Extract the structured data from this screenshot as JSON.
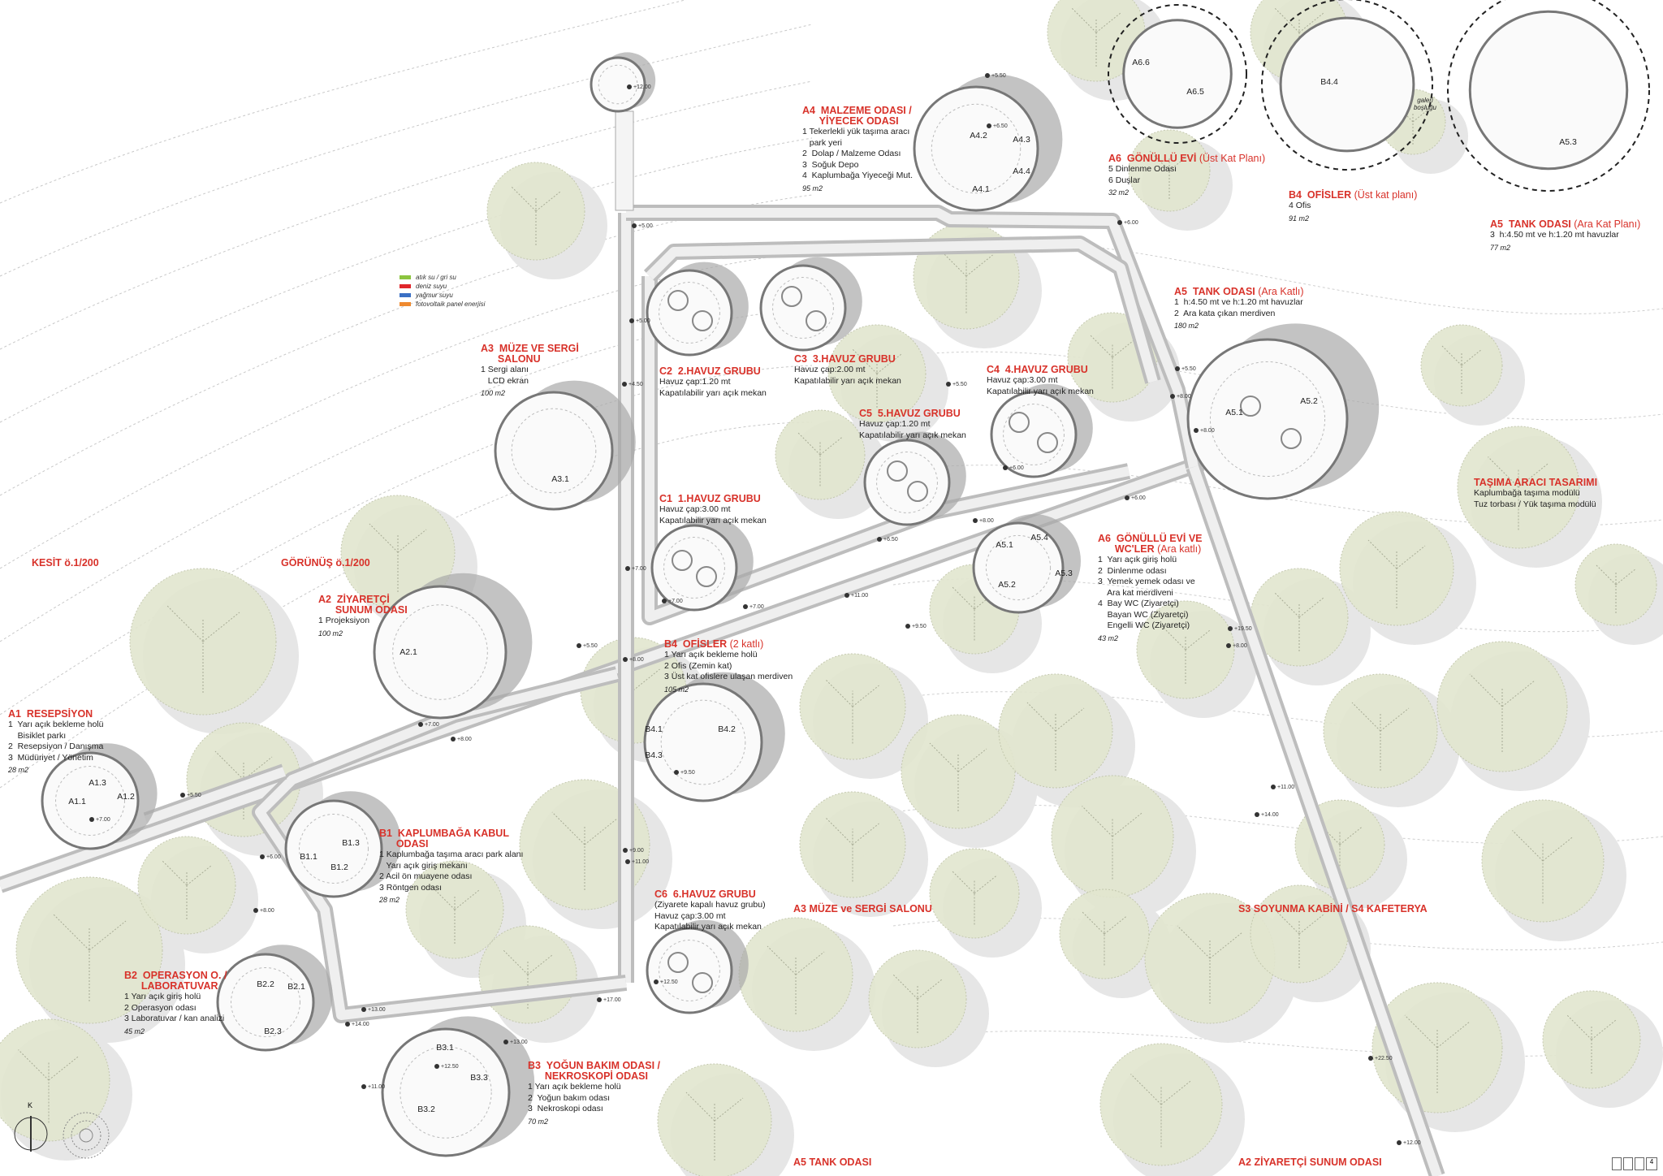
{
  "legend": [
    {
      "label": "atık su / gri su",
      "color": "#8cc43f"
    },
    {
      "label": "deniz suyu",
      "color": "#e0262b"
    },
    {
      "label": "yağmur suyu",
      "color": "#3a6fc4"
    },
    {
      "label": "fotovoltaik panel enerjisi",
      "color": "#ef8a2f"
    }
  ],
  "headings": {
    "kesit": "KESİT ö.1/200",
    "gorunus": "GÖRÜNÜŞ ö.1/200",
    "bottom_a3": "A3  MÜZE ve SERGİ SALONU",
    "bottom_s3": "S3  SOYUNMA KABİNİ / S4  KAFETERYA",
    "bottom_a5": "A5  TANK ODASI",
    "bottom_a2": "A2  ZİYARETÇİ SUNUM ODASI"
  },
  "sections": [
    {
      "title": "A4  MALZEME ODASI /\n      YİYECEK ODASI",
      "sub": "",
      "items": [
        "1 Tekerlekli yük taşıma aracı",
        "   park yeri",
        "2  Dolap / Malzeme Odası",
        "3  Soğuk Depo",
        "4  Kaplumbağa Yiyeceği Mut."
      ],
      "area": "95 m2"
    },
    {
      "title": "A6  GÖNÜLLÜ EVİ",
      "sub": "(Üst Kat Planı)",
      "items": [
        "5 Dinlenme Odası",
        "6 Duşlar"
      ],
      "area": "32 m2"
    },
    {
      "title": "B4  OFİSLER",
      "sub": "(Üst kat planı)",
      "items": [
        "4 Ofis"
      ],
      "area": "91 m2"
    },
    {
      "title": "A5  TANK ODASI",
      "sub": "(Ara Kat Planı)",
      "items": [
        "3  h:4.50 mt ve h:1.20 mt havuzlar"
      ],
      "area": "77 m2"
    },
    {
      "title": "A5  TANK ODASI",
      "sub": "(Ara Katlı)",
      "items": [
        "1  h:4.50 mt ve h:1.20 mt havuzlar",
        "2  Ara kata çıkan merdiven"
      ],
      "area": "180 m2"
    },
    {
      "title": "A3  MÜZE VE SERGİ\n      SALONU",
      "sub": "",
      "items": [
        "1 Sergi alanı",
        "   LCD ekran"
      ],
      "area": "100 m2"
    },
    {
      "title": "C2  2.HAVUZ GRUBU",
      "sub": "",
      "items": [
        "Havuz çap:1.20 mt",
        "Kapatılabilir yarı açık mekan"
      ],
      "area": ""
    },
    {
      "title": "C3  3.HAVUZ GRUBU",
      "sub": "",
      "items": [
        "Havuz çap:2.00 mt",
        "Kapatılabilir yarı açık mekan"
      ],
      "area": ""
    },
    {
      "title": "C4  4.HAVUZ GRUBU",
      "sub": "",
      "items": [
        "Havuz çap:3.00 mt",
        "Kapatılabilir yarı açık mekan"
      ],
      "area": ""
    },
    {
      "title": "C5  5.HAVUZ GRUBU",
      "sub": "",
      "items": [
        "Havuz çap:1.20 mt",
        "Kapatılabilir yarı açık mekan"
      ],
      "area": ""
    },
    {
      "title": "C1  1.HAVUZ GRUBU",
      "sub": "",
      "items": [
        "Havuz çap:3.00 mt",
        "Kapatılabilir yarı açık mekan"
      ],
      "area": ""
    },
    {
      "title": "A6  GÖNÜLLÜ EVİ VE\n      WC'LER",
      "sub": "(Ara katlı)",
      "items": [
        "1  Yarı açık giriş holü",
        "2  Dinlenme odası",
        "3  Yemek yemek odası ve",
        "    Ara kat merdiveni",
        "4  Bay WC (Ziyaretçi)",
        "    Bayan WC (Ziyaretçi)",
        "    Engelli WC (Ziyaretçi)"
      ],
      "area": "43 m2"
    },
    {
      "title": "TAŞIMA ARACI TASARIMI",
      "sub": "",
      "items": [
        "Kaplumbağa taşıma modülü",
        "Tuz torbası / Yük taşıma modülü"
      ],
      "area": ""
    },
    {
      "title": "A2  ZİYARETÇİ\n      SUNUM ODASI",
      "sub": "",
      "items": [
        "1 Projeksiyon"
      ],
      "area": "100 m2"
    },
    {
      "title": "B4  OFİSLER",
      "sub": "(2 katlı)",
      "items": [
        "1 Yarı açık bekleme holü",
        "2 Ofis (Zemin kat)",
        "3 Üst kat ofislere ulaşan merdiven"
      ],
      "area": "105 m2"
    },
    {
      "title": "A1  RESEPSİYON",
      "sub": "",
      "items": [
        "1  Yarı açık bekleme holü",
        "    Bisiklet parkı",
        "2  Resepsiyon / Danışma",
        "3  Müdüriyet / Yönetim"
      ],
      "area": "28 m2"
    },
    {
      "title": "B1  KAPLUMBAĞA KABUL\n      ODASI",
      "sub": "",
      "items": [
        "1 Kaplumbağa taşıma aracı park alanı",
        "   Yarı açık giriş mekanı",
        "2 Acil ön muayene odası",
        "3 Röntgen odası"
      ],
      "area": "28 m2"
    },
    {
      "title": "C6  6.HAVUZ GRUBU",
      "sub": "",
      "items": [
        "(Ziyarete kapalı havuz grubu)",
        "Havuz çap:3.00 mt",
        "Kapatılabilir yarı açık mekan"
      ],
      "area": ""
    },
    {
      "title": "B2  OPERASYON O. /\n      LABORATUVAR",
      "sub": "",
      "items": [
        "1 Yarı açık giriş holü",
        "2 Operasyon odası",
        "3 Laboratuvar / kan analizi"
      ],
      "area": "45 m2"
    },
    {
      "title": "B3  YOĞUN BAKIM ODASI /\n      NEKROSKOPİ ODASI",
      "sub": "",
      "items": [
        "1 Yarı açık bekleme holü",
        "2  Yoğun bakım odası",
        "3  Nekroskopi odası"
      ],
      "area": "70 m2"
    }
  ],
  "rooms": [
    "A4.1",
    "A4.2",
    "A4.3",
    "A4.4",
    "A6.6",
    "A6.5",
    "B4.4",
    "A5.3",
    "A3.1",
    "A5.1",
    "A5.2",
    "A2.1",
    "A1.1",
    "A1.2",
    "A1.3",
    "B4.1",
    "B4.2",
    "B4.3",
    "B1.1",
    "B1.2",
    "B1.3",
    "B2.1",
    "B2.2",
    "B2.3",
    "B3.1",
    "B3.2",
    "B3.3",
    "A5.1",
    "A5.2",
    "A5.3",
    "A5.4"
  ],
  "notes": {
    "galeri": "galeri\nboşluğu",
    "north": "K"
  },
  "elevations": [
    "+12.00",
    "+5.50",
    "+6.50",
    "+6.00",
    "+5.00",
    "+5.00",
    "+4.50",
    "+5.50",
    "+5.50",
    "+8.00",
    "+8.00",
    "+6.00",
    "+6.00",
    "+6.50",
    "+8.00",
    "+7.00",
    "+7.00",
    "+7.00",
    "+5.50",
    "+8.00",
    "+8.00",
    "+9.50",
    "+7.00",
    "+5.50",
    "+7.00",
    "+6.00",
    "+8.00",
    "+9.00",
    "+11.00",
    "+12.50",
    "+13.00",
    "+14.00",
    "+13.00",
    "+12.50",
    "+11.00",
    "+17.00",
    "+19.50",
    "+22.50",
    "+12.00",
    "+11.00",
    "+8.00",
    "+9.50",
    "+11.00",
    "+14.00"
  ],
  "sheet": {
    "page": "4"
  }
}
